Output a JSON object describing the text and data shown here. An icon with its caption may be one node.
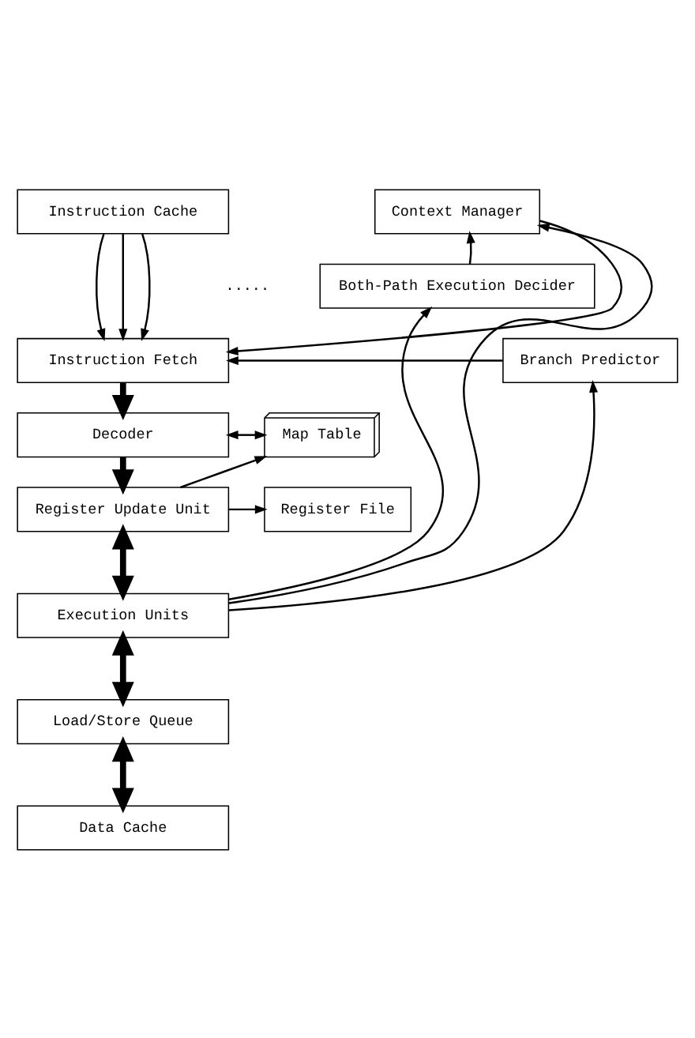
{
  "diagram": {
    "nodes": [
      {
        "text": [
          "Instruction Cache"
        ]
      },
      {
        "text": [
          "Context Manager"
        ]
      },
      {
        "text": [
          "Both-Path Execution Decider"
        ]
      },
      {
        "text": [
          "Instruction Fetch"
        ]
      },
      {
        "text": [
          "Branch Predictor"
        ]
      },
      {
        "text": [
          "Decoder"
        ]
      },
      {
        "text": [
          "Map Table"
        ]
      },
      {
        "text": [
          "Register Update Unit"
        ]
      },
      {
        "text": [
          "Register File"
        ]
      },
      {
        "text": [
          "Execution Units"
        ]
      },
      {
        "text": [
          "Load/Store Queue"
        ]
      },
      {
        "text": [
          "Data Cache"
        ]
      }
    ],
    "edges": [
      {
        "from": 0,
        "to": 3,
        "arrow": "to"
      },
      {
        "from": 0,
        "to": 3,
        "arrow": "to"
      },
      {
        "from": 0,
        "to": 3,
        "arrow": "to"
      },
      {
        "from": 1,
        "to": 3,
        "arrow": "to"
      },
      {
        "from": 2,
        "to": 1,
        "arrow": "to"
      },
      {
        "from": 4,
        "to": 3,
        "arrow": "to"
      },
      {
        "from": 9,
        "to": 1,
        "arrow": "to"
      },
      {
        "from": 9,
        "to": 2,
        "arrow": "to"
      },
      {
        "from": 9,
        "to": 4,
        "arrow": "to"
      },
      {
        "from": 3,
        "to": 5,
        "arrow": "to",
        "style": "thick"
      },
      {
        "from": 5,
        "to": 6,
        "arrow": "both"
      },
      {
        "from": 5,
        "to": 7,
        "arrow": "to",
        "style": "thick"
      },
      {
        "from": 7,
        "to": 6,
        "arrow": "to"
      },
      {
        "from": 7,
        "to": 8,
        "arrow": "to"
      },
      {
        "from": 7,
        "to": 9,
        "arrow": "both",
        "style": "thick"
      },
      {
        "from": 9,
        "to": 10,
        "arrow": "both",
        "style": "thick"
      },
      {
        "from": 10,
        "to": 11,
        "arrow": "both",
        "style": "thick"
      }
    ],
    "labels": [
      "....."
    ]
  }
}
